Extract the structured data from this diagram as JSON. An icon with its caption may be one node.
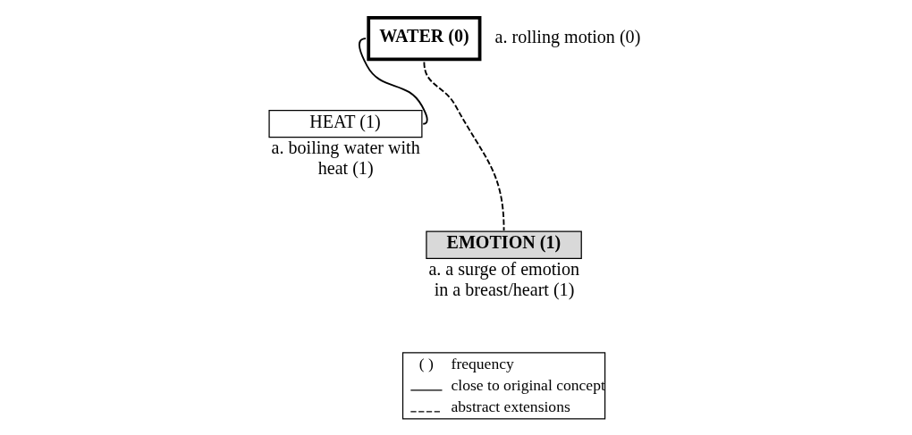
{
  "diagram": {
    "nodes": [
      {
        "text": [
          "WATER (0)"
        ],
        "beside": [
          "a. rolling motion (0)"
        ]
      },
      {
        "text": [
          "HEAT (1)"
        ],
        "beside": [
          "a. boiling water with heat (1)"
        ]
      },
      {
        "text": [
          "EMOTION (1)"
        ],
        "beside": [
          "a. a surge of emotion in a breast/heart (1)"
        ]
      }
    ],
    "edges": [
      {
        "from": 0,
        "to": 1,
        "arrow": "none"
      },
      {
        "from": 0,
        "to": 2,
        "arrow": "none",
        "style": "dashed"
      }
    ],
    "labels": [
      "( )"
    ],
    "legend": [
      {
        "text": "frequency"
      },
      {
        "text": "close to original concept"
      },
      {
        "text": "abstract extensions"
      }
    ]
  }
}
